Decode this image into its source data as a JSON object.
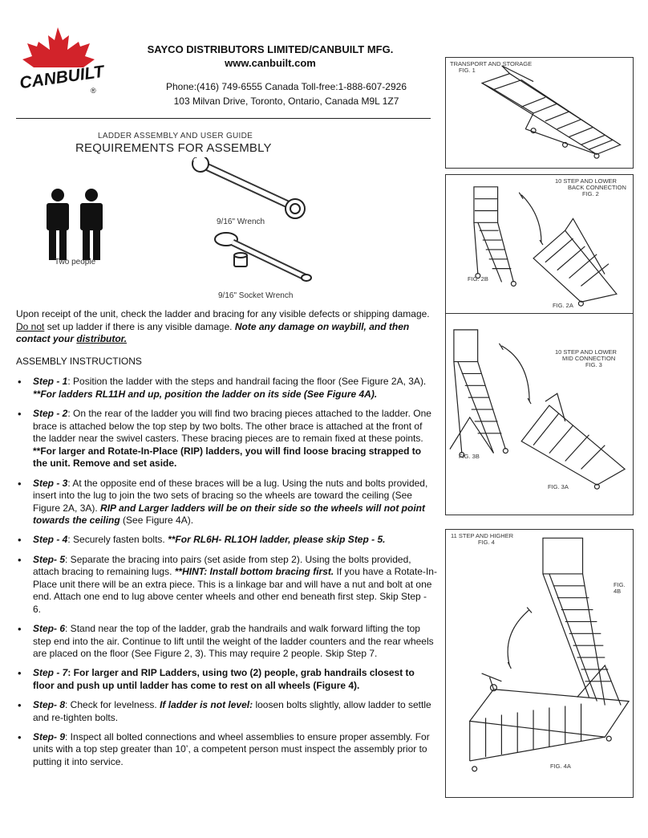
{
  "header": {
    "logo_text": "CANBUILT",
    "registered_mark": "®",
    "company": "SAYCO DISTRIBUTORS LIMITED/CANBUILT MFG.",
    "website": "www.canbuilt.com",
    "phone_line": "Phone:(416) 749-6555   Canada Toll-free:1-888-607-2926",
    "address": "103 Milvan Drive, Toronto, Ontario, Canada M9L 1Z7"
  },
  "guide": {
    "subtitle": "LADDER ASSEMBLY AND USER GUIDE",
    "title": "REQUIREMENTS FOR ASSEMBLY"
  },
  "requirements": {
    "people_label": "Two people",
    "wrench_label": "9/16\" Wrench",
    "socket_label": "9/16\" Socket Wrench"
  },
  "intro": {
    "line1": "Upon receipt of the unit, check the ladder and bracing for any visible defects or shipping damage.",
    "do_not": "Do not",
    "line2": " set up ladder if there is any visible damage. ",
    "note_em": "Note any damage on waybill, and then contact your ",
    "distributor": "distributor."
  },
  "assembly_heading": "ASSEMBLY INSTRUCTIONS",
  "steps": {
    "s1": {
      "label": "Step - 1",
      "text": ": Position the ladder with the steps and handrail facing the floor (See Figure 2A, 3A). ",
      "em": "**For ladders RL11H and up, position the ladder on its side (See Figure 4A)."
    },
    "s2": {
      "label": "Step - 2",
      "text": ": On the rear of the ladder you will find two bracing pieces attached to the ladder. One brace is attached below the top step by two bolts. The other brace is attached at the front of the ladder near the swivel casters. These bracing pieces are to remain fixed at these points. ",
      "bold": "**For larger and Rotate-In-Place (RIP) ladders, you will find loose bracing strapped to the unit. Remove and set aside."
    },
    "s3": {
      "label": "Step - 3",
      "text": ": At the opposite end of these braces will be a lug. Using the nuts and bolts provided, insert into the lug to join the two sets of bracing so the wheels are toward the ceiling (See Figure 2A, 3A). ",
      "em": "RIP and Larger ladders will be on their side so the wheels will not point towards the ceiling",
      "tail": " (See Figure 4A)."
    },
    "s4": {
      "label": "Step - 4",
      "text": ": Securely fasten bolts. ",
      "em": "**For RL6H- RL1OH ladder, please skip Step - 5."
    },
    "s5": {
      "label": "Step- 5",
      "text": ": Separate the bracing into pairs (set aside from step 2). Using the bolts provided, attach bracing to remaining lugs. ",
      "em": "**HINT: Install bottom bracing first.",
      "tail": " If you have a Rotate-In-Place unit there will be an extra piece. This is a linkage bar and will have a nut and bolt at one end. Attach one end to lug above center wheels and other end beneath first step. Skip Step - 6."
    },
    "s6": {
      "label": "Step- 6",
      "text": ": Stand near the top of the ladder, grab the handrails and walk forward lifting the top step end into the air. Continue to lift until the weight of the ladder counters and the rear wheels are placed on the floor (See Figure 2, 3). This may require 2 people. Skip Step 7."
    },
    "s7": {
      "label": "Step - 7",
      "bold": ": For larger and RIP Ladders, using two (2) people, grab handrails closest to floor and push up until ladder has come to rest on all wheels (Figure 4)."
    },
    "s8": {
      "label": "Step- 8",
      "text": ": Check for levelness. ",
      "em": "If ladder is not level:",
      "tail": " loosen bolts slightly, allow ladder to settle and re-tighten bolts."
    },
    "s9": {
      "label": "Step- 9",
      "text": ": Inspect all bolted connections and wheel assemblies to ensure proper assembly. For units with a top step greater than 10’, a competent person must inspect the assembly prior to putting it into service."
    }
  },
  "figures": {
    "fig1": {
      "title": "TRANSPORT AND STORAGE",
      "num": "FIG. 1"
    },
    "fig2": {
      "title1": "10 STEP AND LOWER",
      "title2": "BACK CONNECTION",
      "num": "FIG. 2",
      "a": "FIG. 2A",
      "b": "FIG. 2B"
    },
    "fig3": {
      "title1": "10 STEP AND LOWER",
      "title2": "MID CONNECTION",
      "num": "FIG. 3",
      "a": "FIG. 3A",
      "b": "FIG. 3B"
    },
    "fig4": {
      "title": "11 STEP AND HIGHER",
      "num": "FIG. 4",
      "a": "FIG. 4A",
      "b": "FIG. 4B"
    }
  },
  "colors": {
    "logo_red": "#d2232a",
    "text": "#111111"
  }
}
